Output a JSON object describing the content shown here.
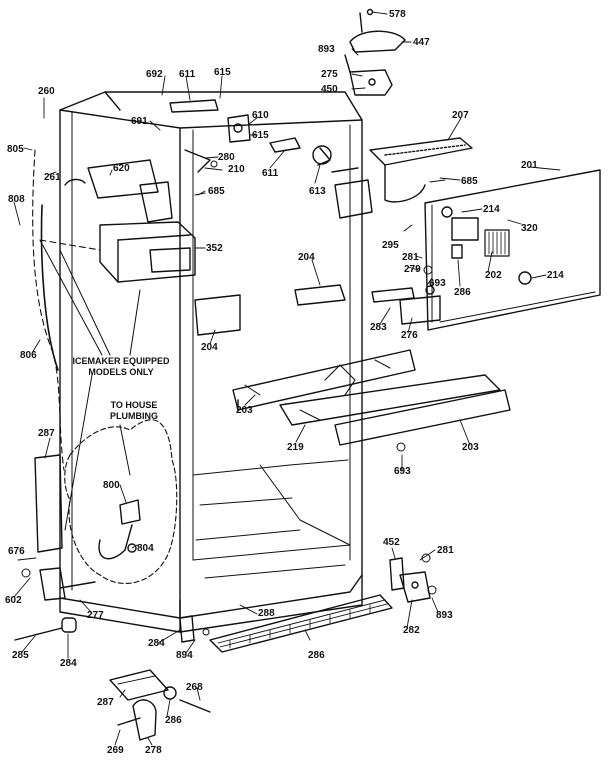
{
  "diagram": {
    "notes": {
      "icemaker_line1": "ICEMAKER EQUIPPED",
      "icemaker_line2": "MODELS ONLY",
      "house_line1": "TO HOUSE",
      "house_line2": "PLUMBING"
    },
    "parts": {
      "p578": "578",
      "p447": "447",
      "p893a": "893",
      "p275": "275",
      "p450": "450",
      "p207": "207",
      "p201": "201",
      "p692": "692",
      "p611a": "611",
      "p615a": "615",
      "p691": "691",
      "p610": "610",
      "p615b": "615",
      "p280": "280",
      "p210": "210",
      "p611b": "611",
      "p685a": "685",
      "p613": "613",
      "p685b": "685",
      "p260": "260",
      "p805": "805",
      "p261": "261",
      "p620": "620",
      "p808": "808",
      "p352": "352",
      "p214a": "214",
      "p320": "320",
      "p295": "295",
      "p281a": "281",
      "p204a": "204",
      "p279": "279",
      "p693a": "693",
      "p286a": "286",
      "p202": "202",
      "p214b": "214",
      "p283": "283",
      "p276": "276",
      "p204b": "204",
      "p806": "806",
      "p203a": "203",
      "p219": "219",
      "p203b": "203",
      "p287a": "287",
      "p693b": "693",
      "p800": "800",
      "p804": "804",
      "p676": "676",
      "p452": "452",
      "p281b": "281",
      "p602": "602",
      "p277": "277",
      "p288": "288",
      "p284a": "284",
      "p894": "894",
      "p282": "282",
      "p893b": "893",
      "p285": "285",
      "p284b": "284",
      "p286b": "286",
      "p287b": "287",
      "p268": "268",
      "p269": "269",
      "p286c": "286",
      "p278": "278"
    }
  }
}
